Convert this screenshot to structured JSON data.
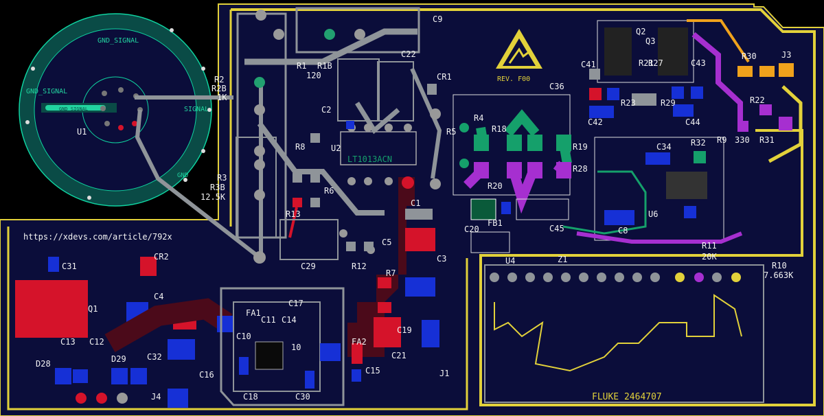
{
  "board": {
    "url_text": "https://xdevs.com/article/792x",
    "esd_label": "REV. F00",
    "relay_label": "FLUKE 2464707",
    "ic_marking": "LT1013ACN"
  },
  "colors": {
    "background": "#000000",
    "board_fill": "#0b0d3a",
    "outline": "#e2d13a",
    "trace_gray": "#8f9499",
    "silk": "#f2f2f2",
    "pad_red": "#d5132a",
    "pad_blue": "#1630d6",
    "pad_green": "#15a06b",
    "pad_purple": "#a62fd0",
    "pad_orange": "#f0a21c",
    "guard_green": "#0b7e5c"
  },
  "guard_ring": {
    "labels": [
      "GND_SIGNAL",
      "GND_SIGNAL",
      "GND_SIGNAL",
      "SIGNAL",
      "GND"
    ]
  },
  "parts": [
    {
      "ref": "U1"
    },
    {
      "ref": "R2"
    },
    {
      "ref": "R2B"
    },
    {
      "ref": "1K"
    },
    {
      "ref": "R1"
    },
    {
      "ref": "R1B"
    },
    {
      "ref": "120"
    },
    {
      "ref": "R3"
    },
    {
      "ref": "R3B"
    },
    {
      "ref": "12.5K"
    },
    {
      "ref": "C9"
    },
    {
      "ref": "C22"
    },
    {
      "ref": "C2"
    },
    {
      "ref": "U2"
    },
    {
      "ref": "CR1"
    },
    {
      "ref": "R8"
    },
    {
      "ref": "R6"
    },
    {
      "ref": "R13"
    },
    {
      "ref": "C29"
    },
    {
      "ref": "R12"
    },
    {
      "ref": "C5"
    },
    {
      "ref": "R7"
    },
    {
      "ref": "C1"
    },
    {
      "ref": "C3"
    },
    {
      "ref": "C20"
    },
    {
      "ref": "FB1"
    },
    {
      "ref": "U4"
    },
    {
      "ref": "R4"
    },
    {
      "ref": "R5"
    },
    {
      "ref": "R18"
    },
    {
      "ref": "R19"
    },
    {
      "ref": "R20"
    },
    {
      "ref": "R28"
    },
    {
      "ref": "C36"
    },
    {
      "ref": "C45"
    },
    {
      "ref": "Z1"
    },
    {
      "ref": "Q2"
    },
    {
      "ref": "Q3"
    },
    {
      "ref": "C41"
    },
    {
      "ref": "C42"
    },
    {
      "ref": "R21"
    },
    {
      "ref": "R27"
    },
    {
      "ref": "R23"
    },
    {
      "ref": "R29"
    },
    {
      "ref": "C43"
    },
    {
      "ref": "C44"
    },
    {
      "ref": "R30"
    },
    {
      "ref": "J3"
    },
    {
      "ref": "R22"
    },
    {
      "ref": "R9"
    },
    {
      "ref": "330"
    },
    {
      "ref": "R31"
    },
    {
      "ref": "C34"
    },
    {
      "ref": "R32"
    },
    {
      "ref": "C8"
    },
    {
      "ref": "U6"
    },
    {
      "ref": "R11"
    },
    {
      "ref": "20K"
    },
    {
      "ref": "R10"
    },
    {
      "ref": "7.663K"
    },
    {
      "ref": "C31"
    },
    {
      "ref": "CR2"
    },
    {
      "ref": "Q1"
    },
    {
      "ref": "C4"
    },
    {
      "ref": "C13"
    },
    {
      "ref": "C12"
    },
    {
      "ref": "D28"
    },
    {
      "ref": "D29"
    },
    {
      "ref": "C32"
    },
    {
      "ref": "C16"
    },
    {
      "ref": "J4"
    },
    {
      "ref": "C17"
    },
    {
      "ref": "FA1"
    },
    {
      "ref": "C11"
    },
    {
      "ref": "C14"
    },
    {
      "ref": "C10"
    },
    {
      "ref": "10"
    },
    {
      "ref": "C18"
    },
    {
      "ref": "C30"
    },
    {
      "ref": "C19"
    },
    {
      "ref": "FA2"
    },
    {
      "ref": "C21"
    },
    {
      "ref": "C15"
    },
    {
      "ref": "J1"
    }
  ]
}
